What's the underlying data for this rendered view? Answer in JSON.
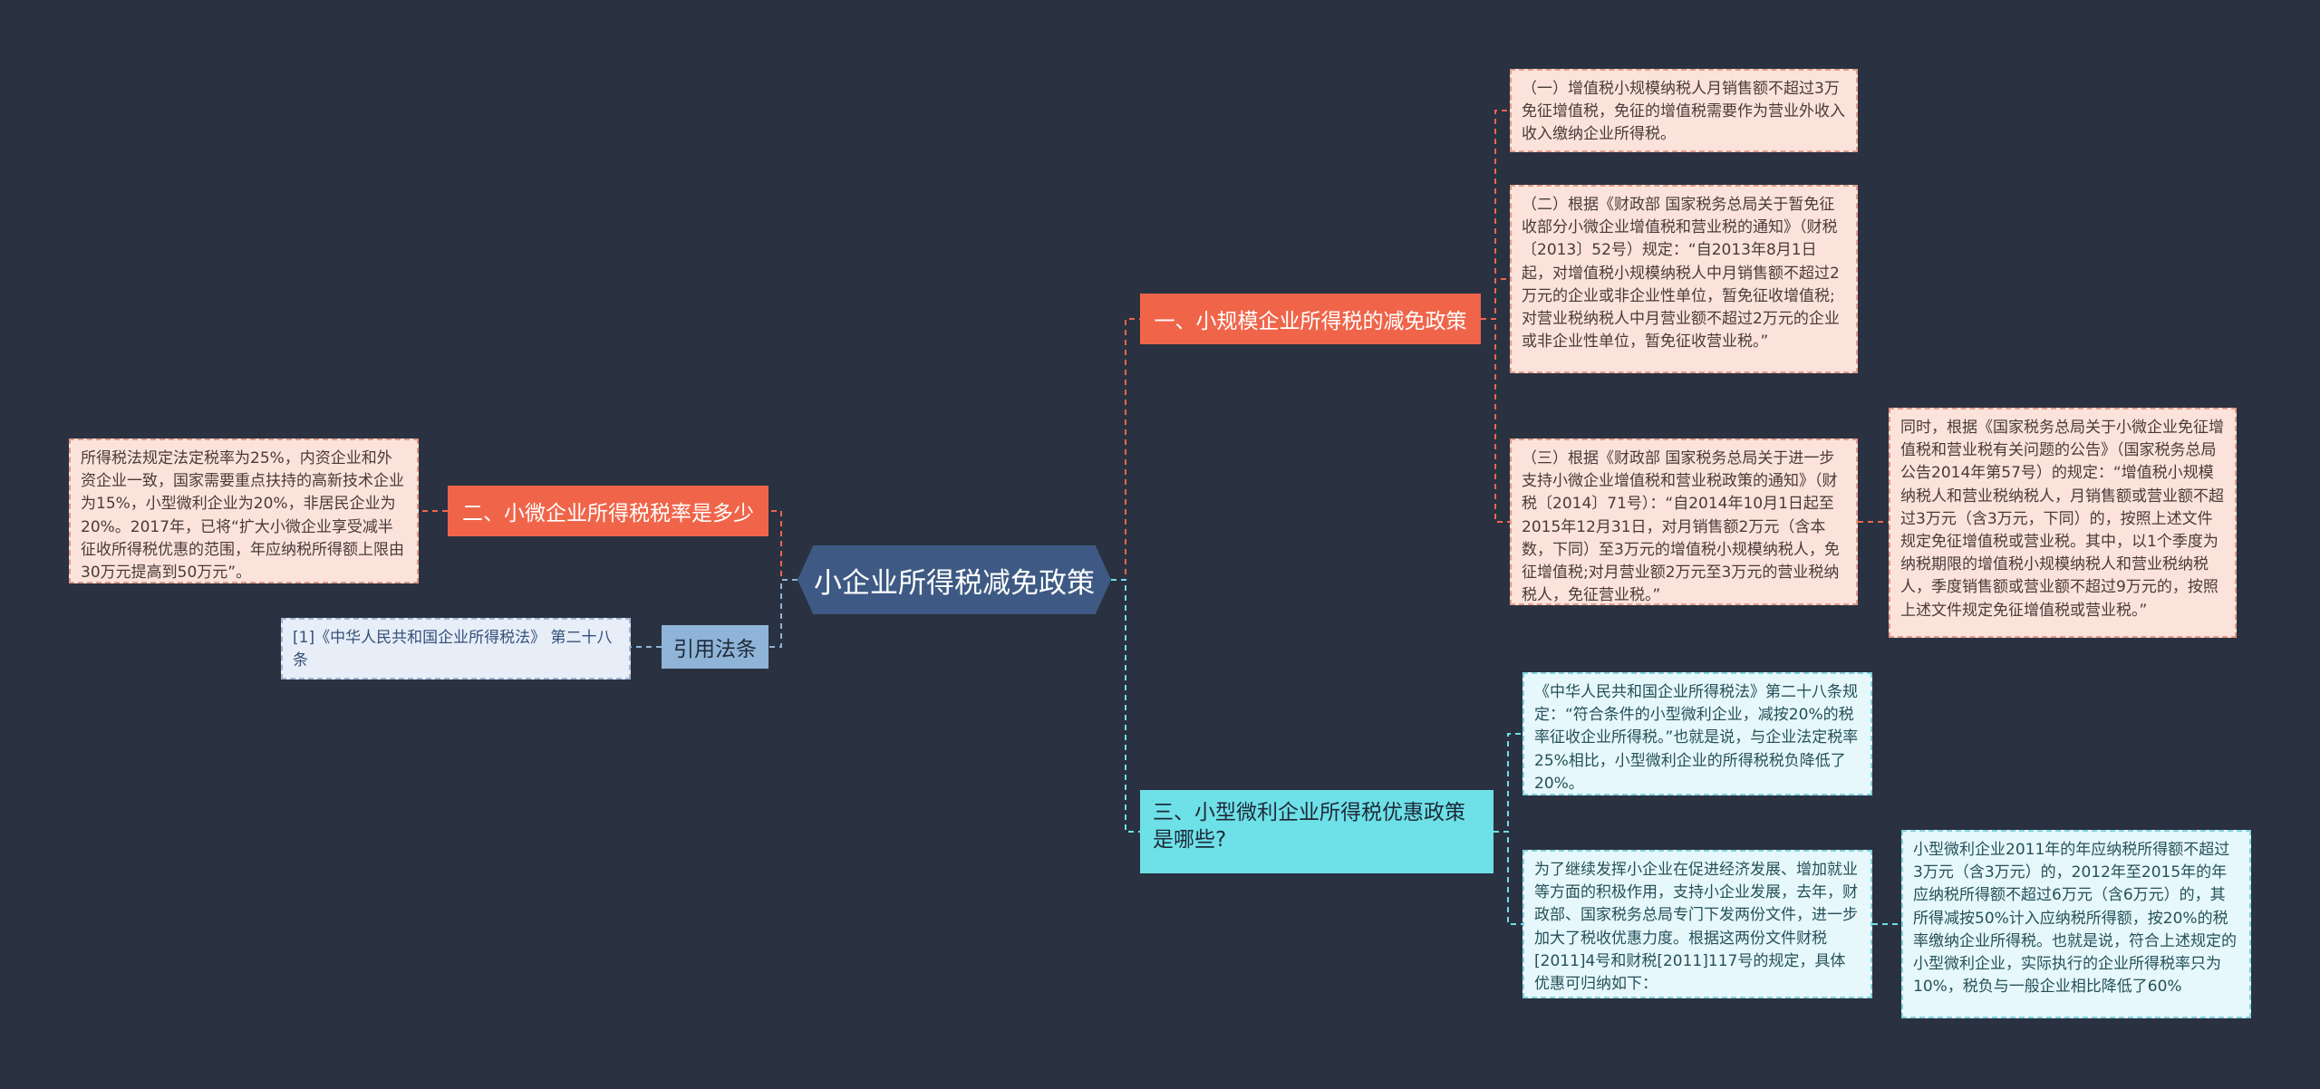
{
  "root": {
    "label": "小企业所得税减免政策"
  },
  "branches": {
    "b1": {
      "label": "一、小规模企业所得税的减免政策",
      "color": "#f0654a"
    },
    "b2": {
      "label": "二、小微企业所得税税率是多少",
      "color": "#f0654a"
    },
    "b3": {
      "label": "三、小型微利企业所得税优惠政策是哪些?",
      "color": "#6ee0e8"
    },
    "b4": {
      "label": "引用法条",
      "color": "#8fb4d8"
    }
  },
  "leaves": {
    "b1_1": "（一）增值税小规模纳税人月销售额不超过3万免征增值税，免征的增值税需要作为营业外收入收入缴纳企业所得税。",
    "b1_2": "（二）根据《财政部 国家税务总局关于暂免征收部分小微企业增值税和营业税的通知》（财税〔2013〕52号）规定：“自2013年8月1日起，对增值税小规模纳税人中月销售额不超过2万元的企业或非企业性单位，暂免征收增值税;对营业税纳税人中月营业额不超过2万元的企业或非企业性单位，暂免征收营业税。”",
    "b1_3": "（三）根据《财政部 国家税务总局关于进一步支持小微企业增值税和营业税政策的通知》（财税〔2014〕71号）：“自2014年10月1日起至2015年12月31日，对月销售额2万元（含本数，下同）至3万元的增值税小规模纳税人，免征增值税;对月营业额2万元至3万元的营业税纳税人，免征营业税。”",
    "b1_3_1": "同时，根据《国家税务总局关于小微企业免征增值税和营业税有关问题的公告》（国家税务总局公告2014年第57号）的规定：“增值税小规模纳税人和营业税纳税人，月销售额或营业额不超过3万元（含3万元，下同）的，按照上述文件规定免征增值税或营业税。其中，以1个季度为纳税期限的增值税小规模纳税人和营业税纳税人，季度销售额或营业额不超过9万元的，按照上述文件规定免征增值税或营业税。”",
    "b2_1": "所得税法规定法定税率为25%，内资企业和外资企业一致，国家需要重点扶持的高新技术企业为15%，小型微利企业为20%，非居民企业为20%。2017年，已将“扩大小微企业享受减半征收所得税优惠的范围，年应纳税所得额上限由30万元提高到50万元”。",
    "b3_1": "《中华人民共和国企业所得税法》第二十八条规定：“符合条件的小型微利企业，减按20%的税率征收企业所得税。”也就是说，与企业法定税率25%相比，小型微利企业的所得税税负降低了20%。",
    "b3_2": "为了继续发挥小企业在促进经济发展、增加就业等方面的积极作用，支持小企业发展，去年，财政部、国家税务总局专门下发两份文件，进一步加大了税收优惠力度。根据这两份文件财税[2011]4号和财税[2011]117号的规定，具体优惠可归纳如下：",
    "b3_2_1": "小型微利企业2011年的年应纳税所得额不超过3万元（含3万元）的，2012年至2015年的年应纳税所得额不超过6万元（含6万元）的，其所得减按50%计入应纳税所得额，按20%的税率缴纳企业所得税。也就是说，符合上述规定的小型微利企业，实际执行的企业所得税率只为10%，税负与一般企业相比降低了60%",
    "b4_1": "[1]《中华人民共和国企业所得税法》 第二十八条"
  },
  "colors": {
    "background": "#2a3140",
    "root": "#3e5a84",
    "orange_line": "#f0654a",
    "cyan_line": "#6ee0e8",
    "steel_line": "#8fb4d8"
  }
}
